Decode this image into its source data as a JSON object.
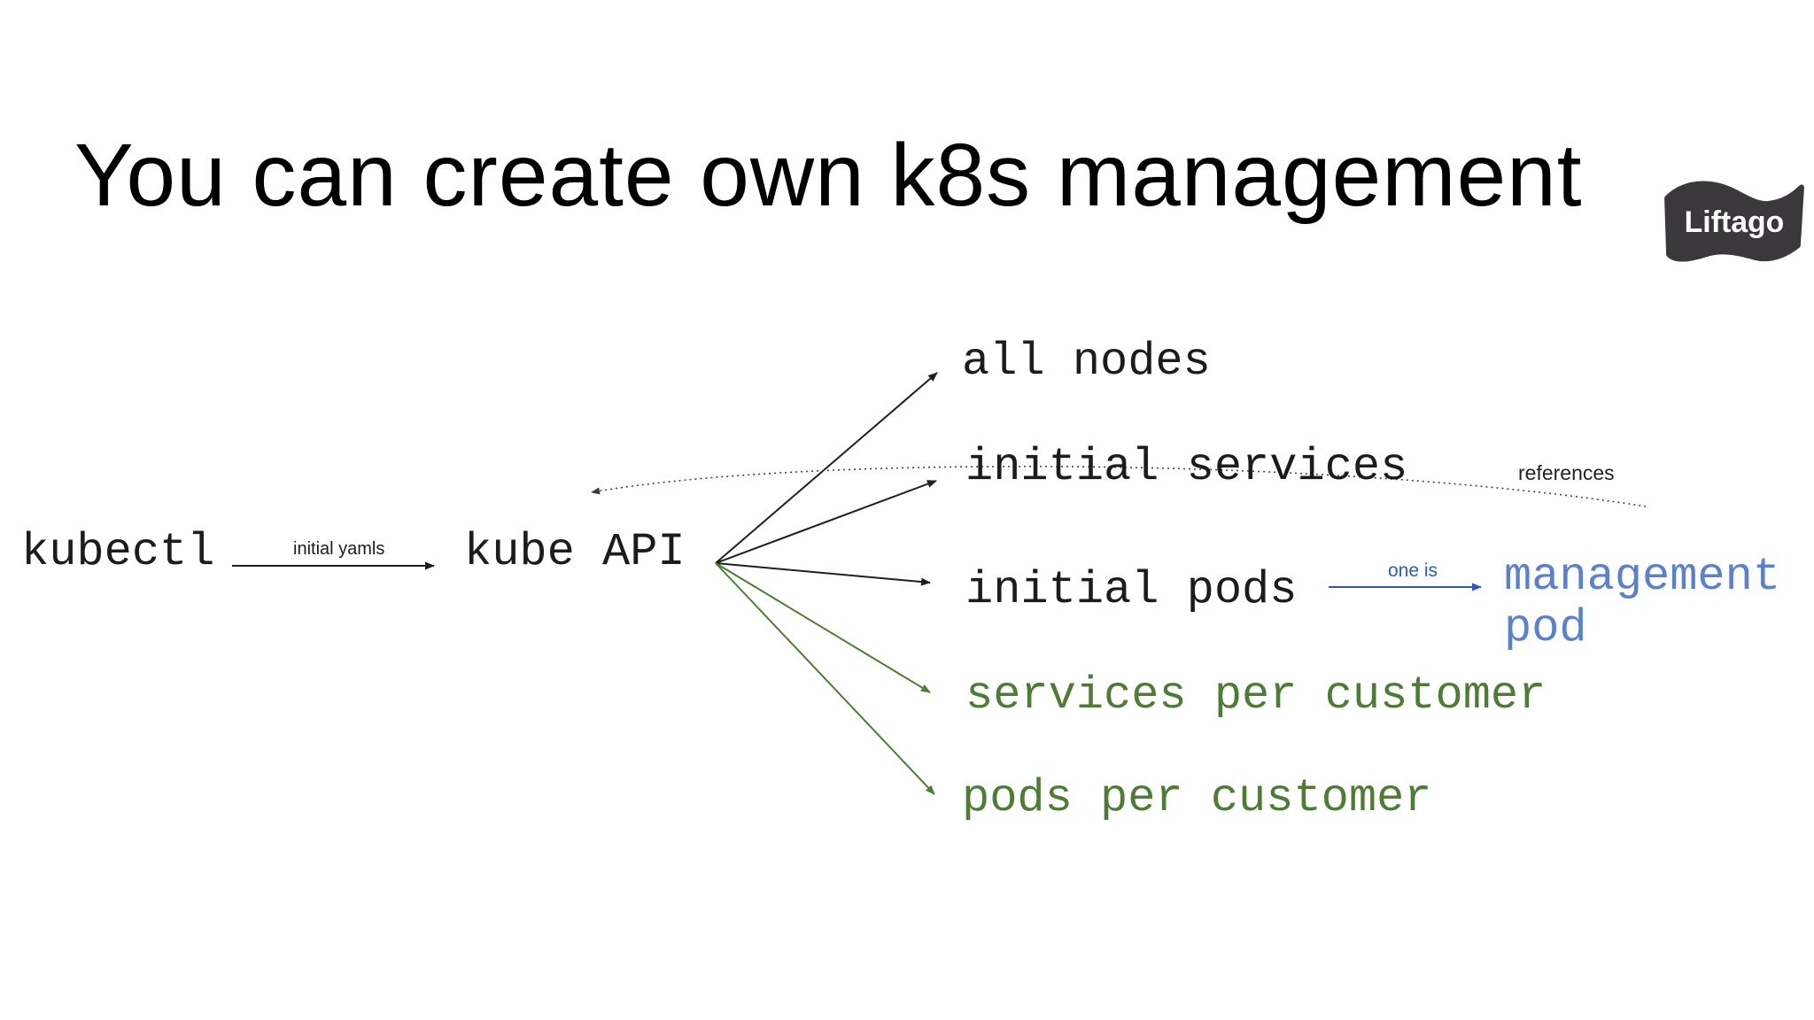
{
  "slide": {
    "title": "You can create own k8s management",
    "background": "#ffffff"
  },
  "logo": {
    "text": "Liftago",
    "bg_color": "#3a383b",
    "text_color": "#ffffff"
  },
  "diagram": {
    "nodes": {
      "kubectl": "kubectl",
      "kube_api": "kube API",
      "all_nodes": "all nodes",
      "initial_services": "initial services",
      "initial_pods": "initial pods",
      "services_per_customer": "services per customer",
      "pods_per_customer": "pods per customer",
      "management_pod": {
        "line1": "management",
        "line2": "pod"
      }
    },
    "edge_labels": {
      "initial_yamls": "initial yamls",
      "one_is": "one is",
      "references": "references"
    },
    "colors": {
      "text_black": "#1c1c1c",
      "text_green": "#4e7b35",
      "text_blue": "#5b80cc",
      "accent_blue": "#2c5cb5",
      "arrow_black": "#1f1f1f",
      "arrow_green": "#4e7b35",
      "dotted_gray": "#444444",
      "logo_bg": "#3a383b"
    }
  }
}
